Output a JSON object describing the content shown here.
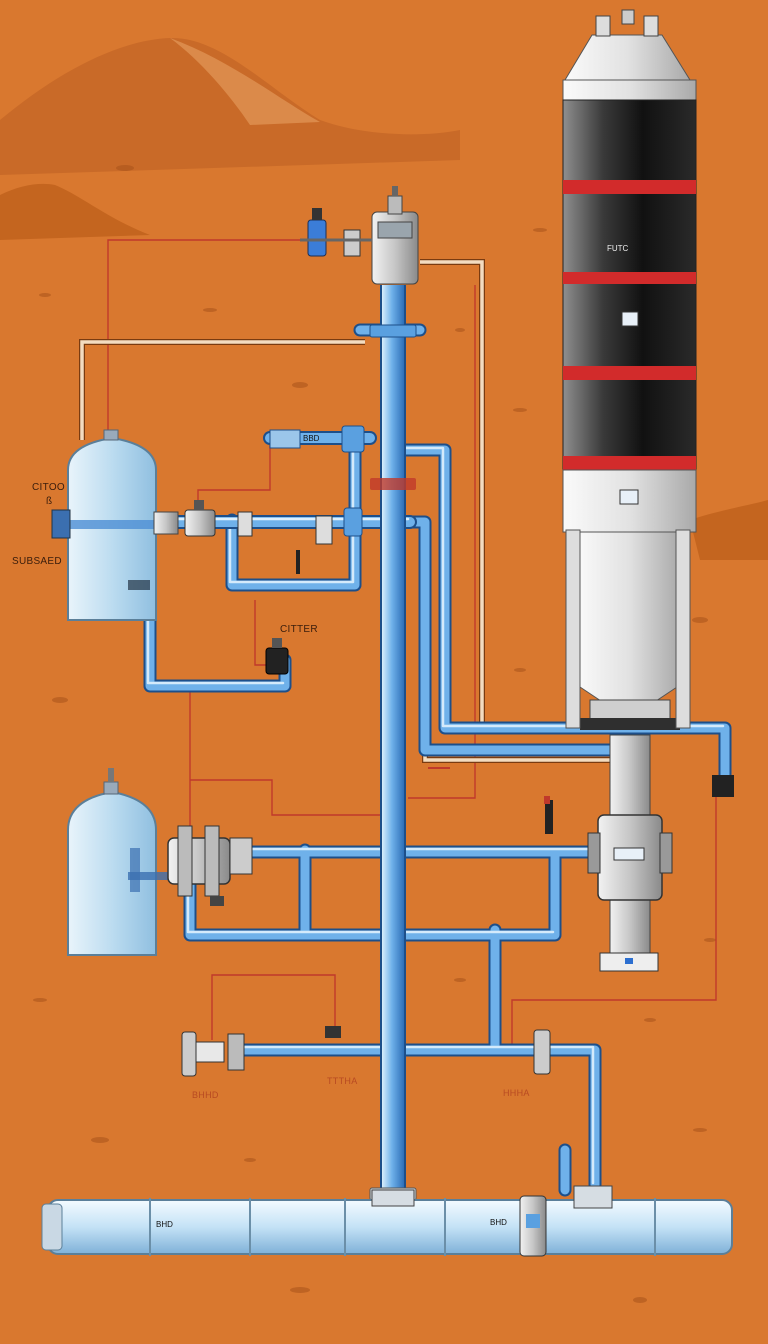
{
  "labels": {
    "tank_upper_left": "CITOO",
    "tank_upper_left_mark": "ß",
    "tank_upper_left_side": "SUBSAED",
    "filter": "CITTER",
    "pipe_gauge": "BBD",
    "reactor_sign": "FUTC",
    "lower_left_faint": "BHHD",
    "lower_right_faint": "HHHA",
    "middle_faint": "TTTHA",
    "bottom_pipe_tag_1": "BHD",
    "bottom_pipe_tag_2": "BHD"
  },
  "icons": {
    "rocket": "rocket-icon",
    "tank": "water-tank-icon",
    "valve": "valve-icon",
    "pump": "pump-icon"
  },
  "colors": {
    "sand": "#d9782f",
    "dune": "#c96a28",
    "pipe_blue": "#5aa0e0",
    "pipe_light": "#bfe0f8",
    "wire_red": "#c0392b",
    "rocket_black": "#1e1e1e",
    "rocket_red": "#d22b2b"
  }
}
